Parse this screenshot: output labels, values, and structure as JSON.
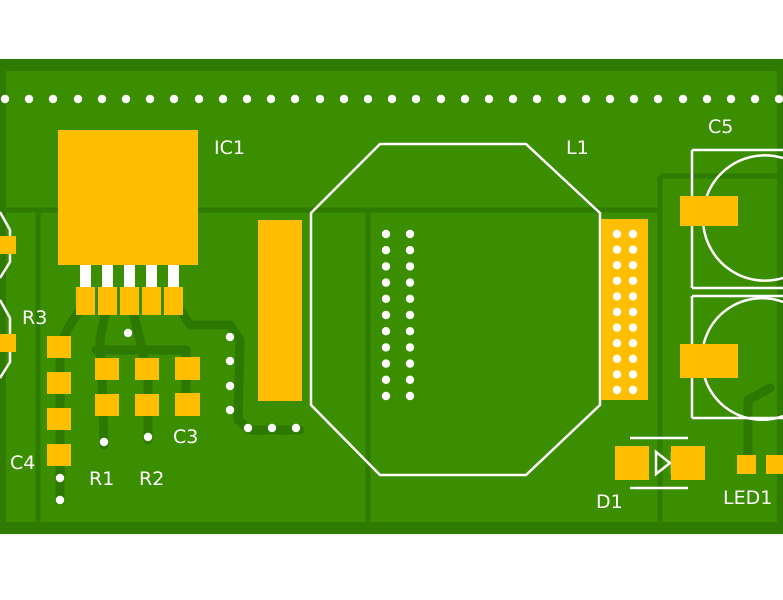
{
  "colors": {
    "background": "#ffffff",
    "board_fill": "#3a8e00",
    "board_edge": "#2f7a00",
    "copper_trace": "#2c7800",
    "pad": "#ffbf00",
    "via": "#ffffff",
    "silkscreen": "#ffffff"
  },
  "labels": {
    "ic1": "IC1",
    "l1": "L1",
    "c5": "C5",
    "r3": "R3",
    "c4": "C4",
    "r1": "R1",
    "r2": "R2",
    "c3": "C3",
    "d1": "D1",
    "led1": "LED1"
  }
}
